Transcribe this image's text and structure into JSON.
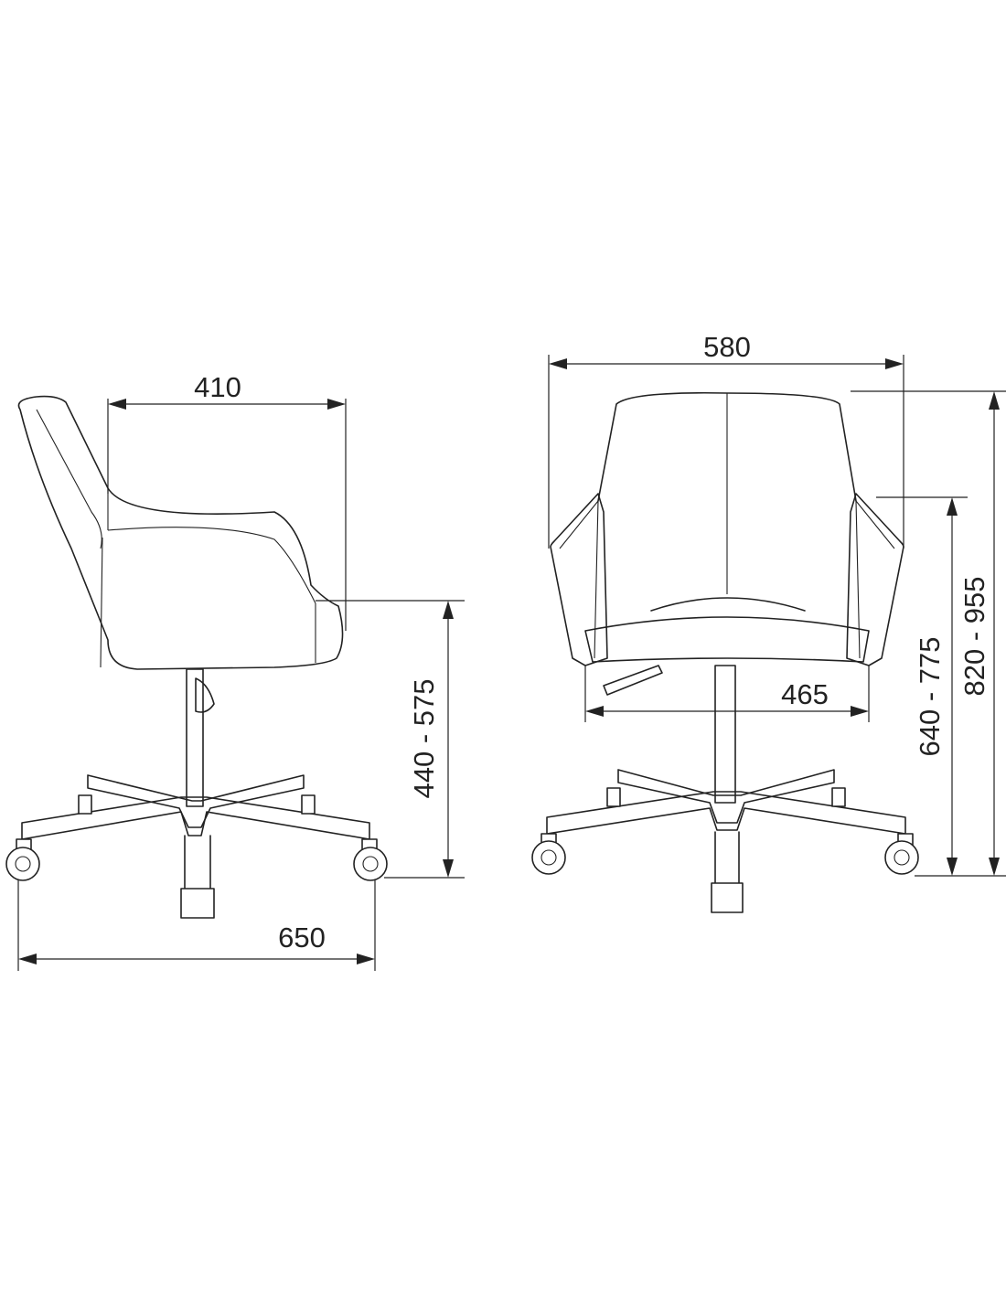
{
  "dimensions": {
    "side_depth_top": "410",
    "side_seat_height": "440 - 575",
    "side_base_width": "650",
    "front_total_width": "580",
    "front_seat_width": "465",
    "front_armrest_height": "640 - 775",
    "front_total_height": "820 - 955"
  }
}
